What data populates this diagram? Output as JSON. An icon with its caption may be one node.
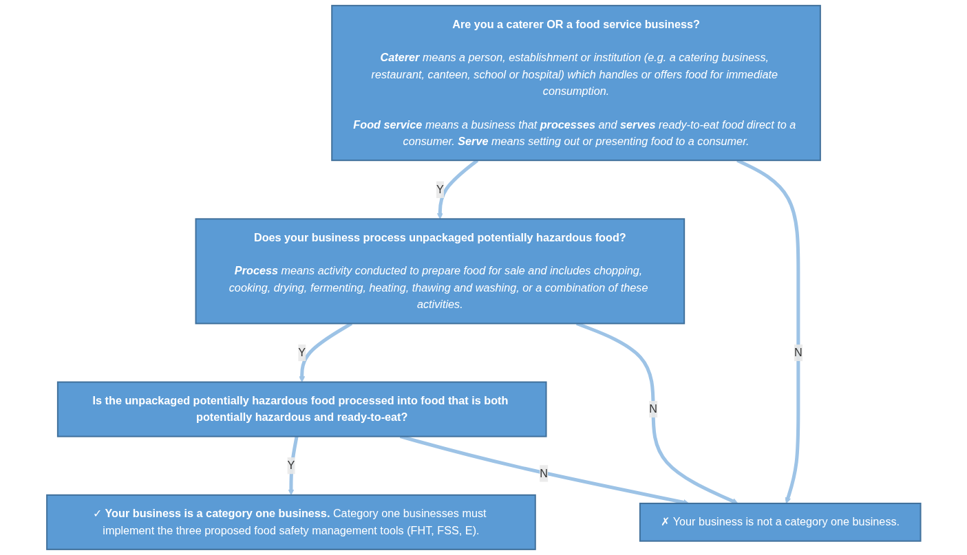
{
  "diagram": {
    "nodes": [
      {
        "text": [
          "Are you a caterer OR a food service business?",
          "**Caterer** means a person, establishment or institution (e.g. a catering business, restaurant, canteen, school or hospital) which handles or offers food for immediate consumption.",
          "**Food service** means a business that **processes** and **serves** ready-to-eat food direct to a consumer. **Serve** means setting out or presenting food to a consumer."
        ]
      },
      {
        "text": [
          "Does your business process unpackaged potentially hazardous food?",
          "**Process** means activity conducted to prepare food for sale and includes chopping, cooking, drying, fermenting, heating, thawing and washing, or a combination of these activities."
        ]
      },
      {
        "text": [
          "Is the unpackaged potentially hazardous food processed into food that is both potentially hazardous and ready-to-eat?"
        ]
      },
      {
        "text": [
          "✗ Your business is not a category one business."
        ]
      },
      {
        "text": [
          "✓ **Your business is a category one business.** Category one businesses must implement the three proposed food safety management tools (FHT, FSS, E)."
        ]
      }
    ],
    "edges": [
      {
        "from": 0,
        "to": 1,
        "label": "Y",
        "arrow": "to"
      },
      {
        "from": 0,
        "to": 3,
        "label": "N",
        "arrow": "to"
      },
      {
        "from": 1,
        "to": 2,
        "label": "Y",
        "arrow": "to"
      },
      {
        "from": 1,
        "to": 3,
        "label": "N",
        "arrow": "to"
      },
      {
        "from": 2,
        "to": 4,
        "label": "Y",
        "arrow": "to"
      },
      {
        "from": 2,
        "to": 3,
        "label": "N",
        "arrow": "to"
      }
    ]
  }
}
